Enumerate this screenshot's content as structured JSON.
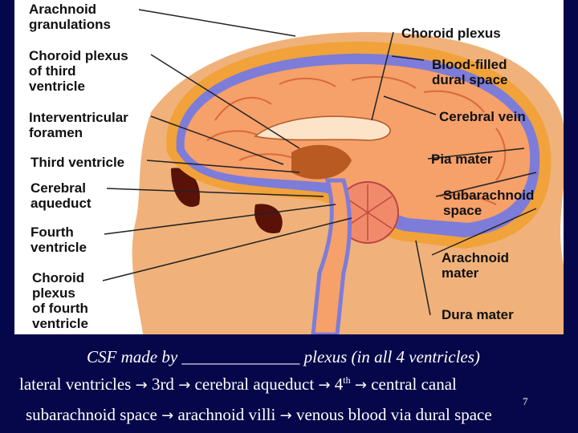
{
  "labels": {
    "arachnoid_granulations": "Arachnoid\ngranulations",
    "choroid_plexus_third": "Choroid plexus\nof third\nventricle",
    "interventricular_foramen": "Interventricular\nforamen",
    "third_ventricle": "Third ventricle",
    "cerebral_aqueduct": "Cerebral\naqueduct",
    "fourth_ventricle": "Fourth\nventricle",
    "choroid_plexus_fourth": "Choroid\nplexus\nof fourth\nventricle",
    "choroid_plexus": "Choroid plexus",
    "blood_filled_dural_space": "Blood-filled\ndural space",
    "cerebral_vein": "Cerebral vein",
    "pia_mater": "Pia mater",
    "subarachnoid_space": "Subarachnoid\nspace",
    "arachnoid_mater": "Arachnoid\nmater",
    "dura_mater": "Dura mater"
  },
  "caption": {
    "line1": "CSF made by ______________ plexus (in all 4 ventricles)",
    "line2": {
      "a": "lateral ventricles",
      "b": "3rd",
      "c": "cerebral aqueduct",
      "d_base": "4",
      "d_sup": "th",
      "e": "central canal"
    },
    "line3": {
      "a": "subarachnoid space",
      "b": "arachnoid villi",
      "c": "venous blood via dural space"
    },
    "arrow_glyph": "→"
  },
  "slide_number": "7",
  "colors": {
    "background": "#06064a",
    "caption_text": "#ffffff",
    "figure_bg": "#ffffff",
    "dura": "#f2a23a",
    "subarachnoid": "#7d7cd9",
    "brain": "#f6a06a",
    "skin": "#f0b27a",
    "dark_cavity": "#5a1208"
  }
}
